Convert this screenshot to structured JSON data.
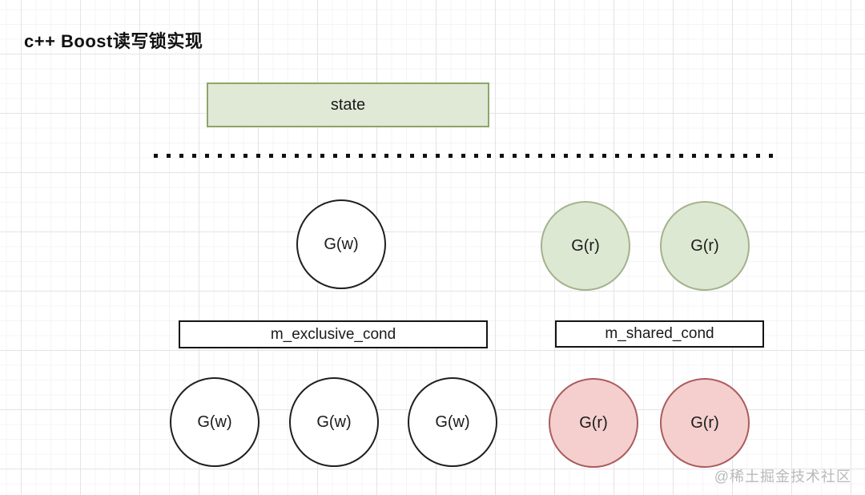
{
  "title": "c++ Boost读写锁实现",
  "watermark": "@稀土掘金技术社区",
  "colors": {
    "state_fill": "#dfe9d6",
    "state_border": "#8fa468",
    "reader_top_fill": "#dde8d2",
    "reader_top_border": "#a3b28c",
    "reader_bottom_fill": "#f4cfce",
    "reader_bottom_border": "#ab5c5e",
    "writer_fill": "#ffffff",
    "dark_border": "#1a1a1a",
    "watermark_gray": "#b9b9b9"
  },
  "diagram": {
    "state_box": {
      "label": "state"
    },
    "top_row_circles": [
      {
        "label": "G(w)",
        "style": "white"
      },
      {
        "label": "G(r)",
        "style": "green"
      },
      {
        "label": "G(r)",
        "style": "green"
      }
    ],
    "cond_boxes": [
      {
        "label": "m_exclusive_cond"
      },
      {
        "label": "m_shared_cond"
      }
    ],
    "bottom_row_circles": [
      {
        "label": "G(w)",
        "style": "white"
      },
      {
        "label": "G(w)",
        "style": "white"
      },
      {
        "label": "G(w)",
        "style": "white"
      },
      {
        "label": "G(r)",
        "style": "pink"
      },
      {
        "label": "G(r)",
        "style": "pink"
      }
    ]
  }
}
